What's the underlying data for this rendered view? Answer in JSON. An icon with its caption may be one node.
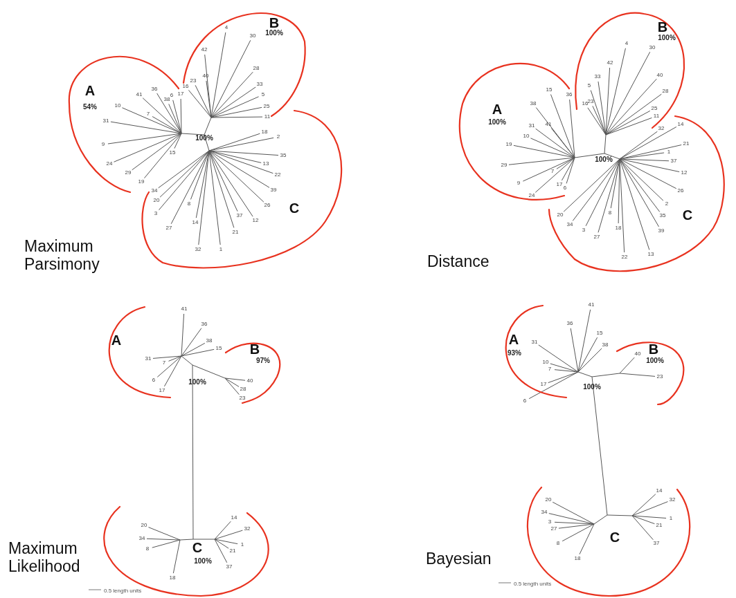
{
  "diagram": {
    "labels": [
      "A",
      "54%",
      "B",
      "100%",
      "10",
      "31",
      "9",
      "24",
      "29",
      "19",
      "7",
      "41",
      "36",
      "38",
      "6",
      "17",
      "15",
      "16",
      "23",
      "40",
      "42",
      "4",
      "30",
      "28",
      "33",
      "5",
      "25",
      "11",
      "100%",
      "18",
      "2",
      "35",
      "13",
      "22",
      "39",
      "26",
      "12",
      "37",
      "21",
      "1",
      "32",
      "14",
      "8",
      "27",
      "3",
      "20",
      "34",
      "C",
      "Maximum Parsimony",
      "A",
      "100%",
      "B",
      "100%",
      "15",
      "36",
      "38",
      "41",
      "31",
      "10",
      "19",
      "29",
      "9",
      "24",
      "7",
      "17",
      "6",
      "16",
      "23",
      "5",
      "33",
      "42",
      "4",
      "30",
      "40",
      "28",
      "25",
      "11",
      "100%",
      "32",
      "14",
      "21",
      "1",
      "37",
      "12",
      "26",
      "2",
      "35",
      "39",
      "13",
      "22",
      "18",
      "8",
      "27",
      "3",
      "34",
      "20",
      "C",
      "Distance",
      "A",
      "41",
      "36",
      "38",
      "15",
      "31",
      "7",
      "6",
      "17",
      "B",
      "97%",
      "40",
      "28",
      "23",
      "100%",
      "20",
      "34",
      "8",
      "18",
      "14",
      "32",
      "1",
      "21",
      "37",
      "C",
      "100%",
      "0.5 length units",
      "Maximum Likelihood",
      "A",
      "93%",
      "41",
      "36",
      "15",
      "38",
      "31",
      "10",
      "7",
      "17",
      "6",
      "B",
      "100%",
      "40",
      "23",
      "100%",
      "20",
      "34",
      "3",
      "27",
      "8",
      "18",
      "14",
      "32",
      "1",
      "21",
      "37",
      "C",
      "0.5 length units",
      "Bayesian"
    ]
  }
}
